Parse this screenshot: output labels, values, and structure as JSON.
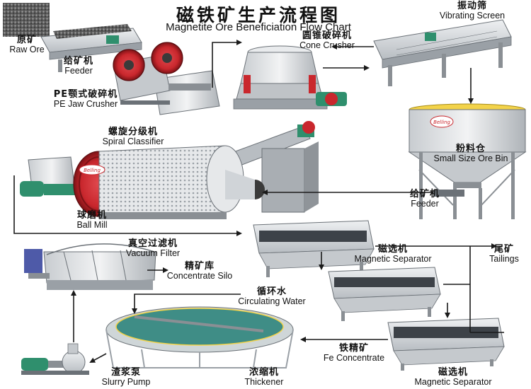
{
  "title": {
    "zh": "磁铁矿生产流程图",
    "en": "Magnetite Ore Beneficiation Flow Chart"
  },
  "colors": {
    "arrow": "#1a1a1a",
    "machine_body": "#d9dcdf",
    "machine_dark": "#6b7177",
    "motor_green": "#2f8f6d",
    "flywheel_red": "#c9272d",
    "frame_grey": "#8a8f94"
  },
  "nodes": {
    "raw_ore": {
      "zh": "原矿",
      "en": "Raw Ore"
    },
    "feeder_top": {
      "zh": "给矿机",
      "en": "Feeder"
    },
    "jaw_crusher": {
      "zh": "PE颚式破碎机",
      "en": "PE Jaw Crusher"
    },
    "cone_crusher": {
      "zh": "圆锥破碎机",
      "en": "Cone Crusher"
    },
    "vibrating_screen": {
      "zh": "振动筛",
      "en": "Vibrating Screen"
    },
    "ore_bin": {
      "zh": "粉料仓",
      "en": "Small Size Ore Bin",
      "badge": "Belling"
    },
    "feeder_mid": {
      "zh": "给矿机",
      "en": "Feeder"
    },
    "spiral_classifier": {
      "zh": "螺旋分级机",
      "en": "Spiral Classifier"
    },
    "ball_mill": {
      "zh": "球磨机",
      "en": "Ball Mill",
      "badge": "Belling"
    },
    "vacuum_filter": {
      "zh": "真空过滤机",
      "en": "Vacuum Filter"
    },
    "concentrate_silo": {
      "zh": "精矿库",
      "en": "Concentrate Silo"
    },
    "circulating_water": {
      "zh": "循环水",
      "en": "Circulating Water"
    },
    "magnetic_separator_1": {
      "zh": "磁选机",
      "en": "Magnetic Separator"
    },
    "tailings": {
      "zh": "尾矿",
      "en": "Tailings"
    },
    "fe_concentrate": {
      "zh": "铁精矿",
      "en": "Fe Concentrate"
    },
    "magnetic_separator_2": {
      "zh": "磁选机",
      "en": "Magnetic Separator"
    },
    "slurry_pump": {
      "zh": "渣浆泵",
      "en": "Slurry Pump"
    },
    "thickener": {
      "zh": "浓缩机",
      "en": "Thickener"
    }
  }
}
